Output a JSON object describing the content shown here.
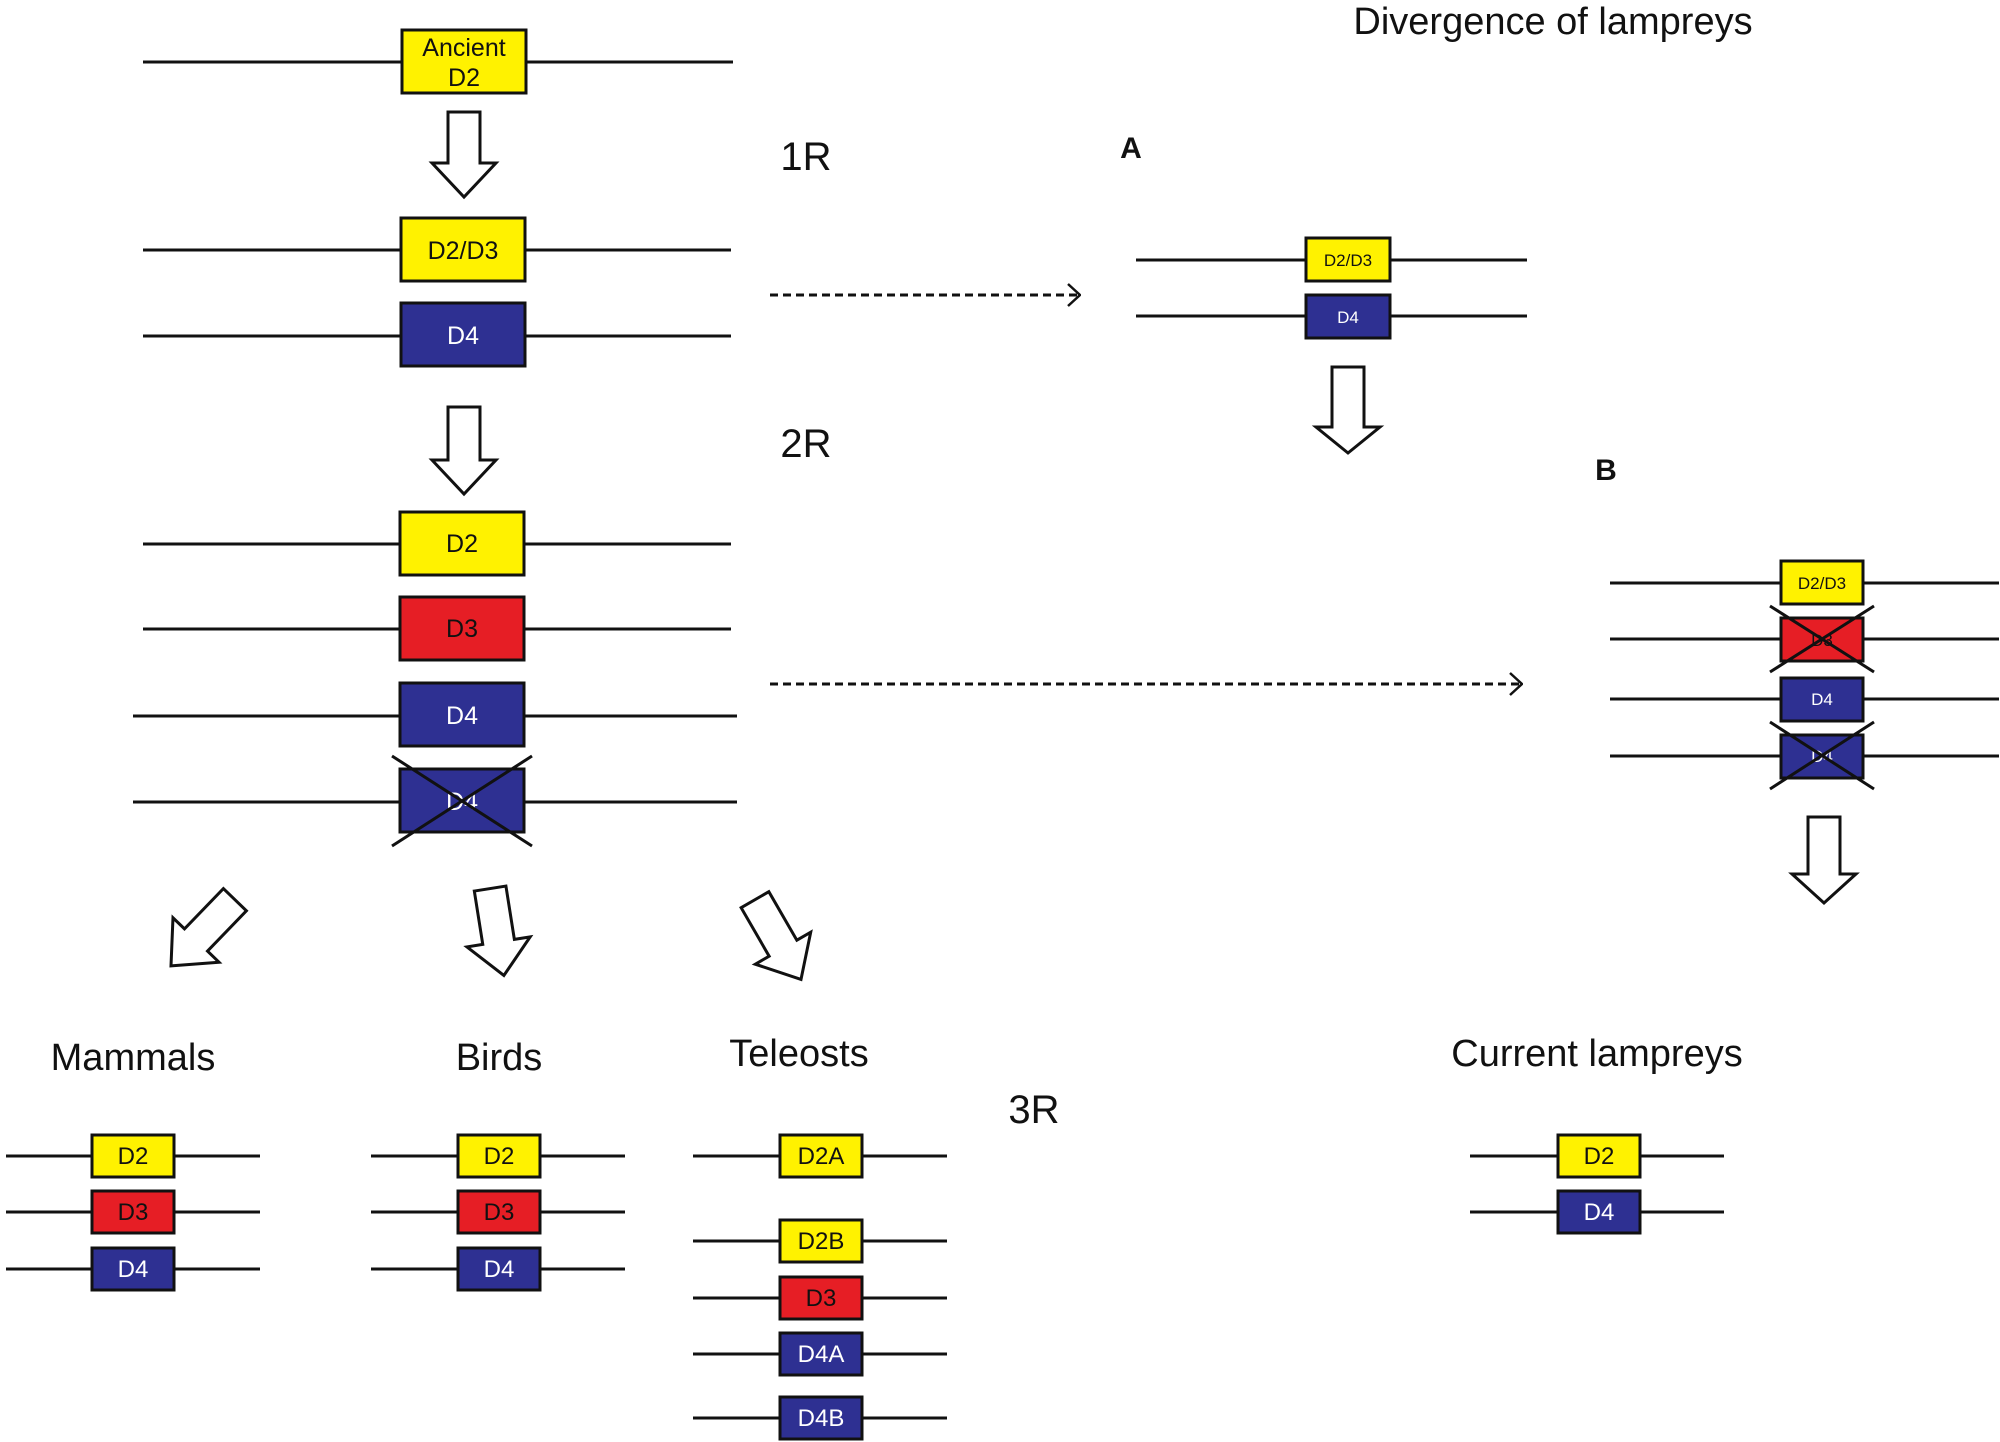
{
  "header": {
    "title": "Divergence of lampreys"
  },
  "round_labels": {
    "r1": "1R",
    "r2": "2R",
    "r3": "3R"
  },
  "panel_labels": {
    "a": "A",
    "b": "B"
  },
  "colors": {
    "d2_yellow": "#FFF200",
    "d3_red": "#E61E25",
    "d4_blue": "#2E3092",
    "line": "#111111"
  },
  "genes": {
    "ancient_line1": "Ancient",
    "ancient_line2": "D2",
    "r1_d2d3": "D2/D3",
    "r1_d4": "D4",
    "r2_d2": "D2",
    "r2_d3": "D3",
    "r2_d4": "D4",
    "r2_d4_lost": "D4",
    "a_d2d3": "D2/D3",
    "a_d4": "D4",
    "b_d2d3": "D2/D3",
    "b_d3_lost": "D3",
    "b_d4": "D4",
    "b_d4_lost": "D4"
  },
  "groups": {
    "mammals": {
      "label": "Mammals",
      "genes": [
        "D2",
        "D3",
        "D4"
      ]
    },
    "birds": {
      "label": "Birds",
      "genes": [
        "D2",
        "D3",
        "D4"
      ]
    },
    "teleosts": {
      "label": "Teleosts",
      "genes": [
        "D2A",
        "D2B",
        "D3",
        "D4A",
        "D4B"
      ]
    },
    "lampreys": {
      "label": "Current lampreys",
      "genes": [
        "D2",
        "D4"
      ]
    }
  }
}
